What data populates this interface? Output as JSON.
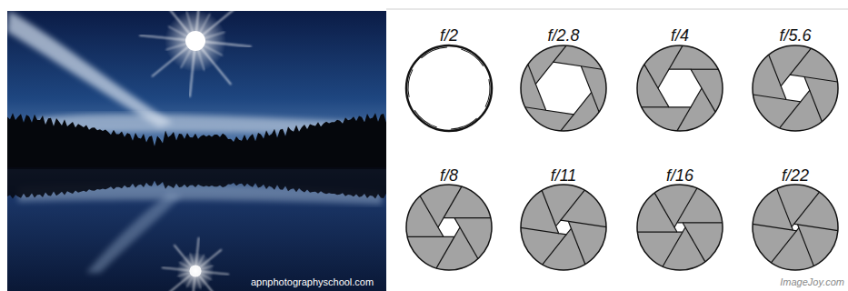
{
  "diagram": {
    "labels": [
      "apnphotographyschool.com",
      "f/2",
      "f/2.8",
      "f/4",
      "f/5.6",
      "f/8",
      "f/11",
      "f/16",
      "f/22",
      "ImageJoy.com"
    ]
  }
}
